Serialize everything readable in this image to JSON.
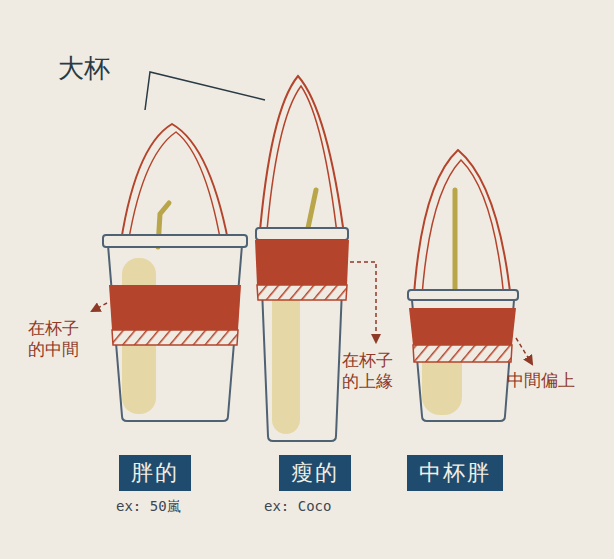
{
  "diagram": {
    "nodes": [
      {
        "text": [
          "胖的"
        ]
      },
      {
        "text": [
          "瘦的"
        ]
      },
      {
        "text": [
          "中杯胖"
        ]
      }
    ],
    "labels": [
      "大杯",
      "在杯子的中間",
      "在杯子的上緣",
      "中間偏上",
      "ex: 50嵐",
      "ex: Coco"
    ]
  }
}
